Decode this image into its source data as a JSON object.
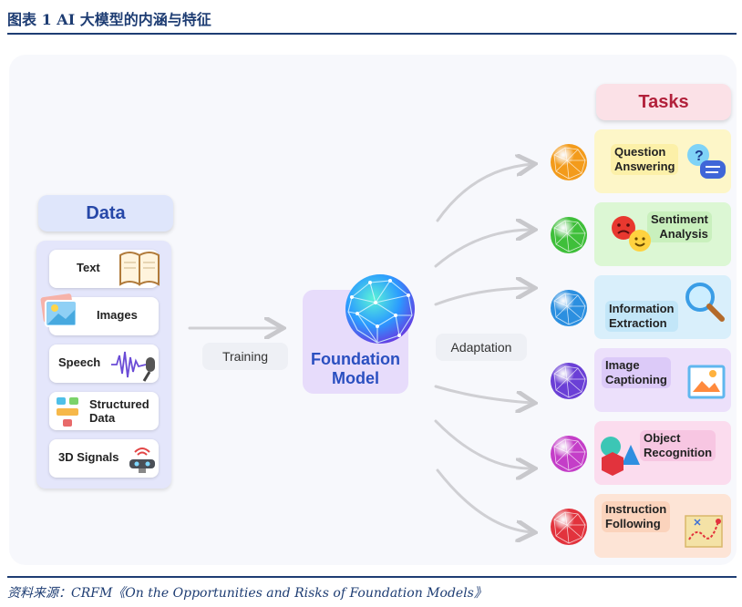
{
  "header": {
    "title": "图表 1   AI 大模型的内涵与特征"
  },
  "source": "资料来源：CRFM《On the Opportunities and Risks of Foundation Models》",
  "data_section": {
    "title": "Data",
    "items": [
      {
        "label": "Text",
        "icon": "book-icon"
      },
      {
        "label": "Images",
        "icon": "photos-icon"
      },
      {
        "label": "Speech",
        "icon": "microphone-icon"
      },
      {
        "label_line1": "Structured",
        "label_line2": "Data",
        "icon": "flowchart-icon"
      },
      {
        "label": "3D Signals",
        "icon": "sensor-icon"
      }
    ]
  },
  "training_label": "Training",
  "foundation_model": {
    "line1": "Foundation",
    "line2": "Model"
  },
  "adaptation_label": "Adaptation",
  "tasks_section": {
    "title": "Tasks",
    "items": [
      {
        "line1": "Question",
        "line2": "Answering",
        "icon": "speech-bubbles-icon",
        "color": "#fdf6c8",
        "label_bg": "#fcf0a8",
        "sphere": "#f39b1b"
      },
      {
        "line1": "Sentiment",
        "line2": "Analysis",
        "icon": "emoji-faces-icon",
        "color": "#dcf7d4",
        "label_bg": "#c9f0bd",
        "sphere": "#3fbf3a"
      },
      {
        "line1": "Information",
        "line2": "Extraction",
        "icon": "magnifier-icon",
        "color": "#d9effb",
        "label_bg": "#c2e6f8",
        "sphere": "#2b8fe0"
      },
      {
        "line1": "Image",
        "line2": "Captioning",
        "icon": "picture-icon",
        "color": "#ece0fb",
        "label_bg": "#dccaf8",
        "sphere": "#6a3fd6"
      },
      {
        "line1": "Object",
        "line2": "Recognition",
        "icon": "3d-shapes-icon",
        "color": "#fbdcee",
        "label_bg": "#f7c6e2",
        "sphere": "#c43ec8"
      },
      {
        "line1": "Instruction",
        "line2": "Following",
        "icon": "map-icon",
        "color": "#fde4d6",
        "label_bg": "#fbd3bc",
        "sphere": "#e2333d"
      }
    ]
  }
}
